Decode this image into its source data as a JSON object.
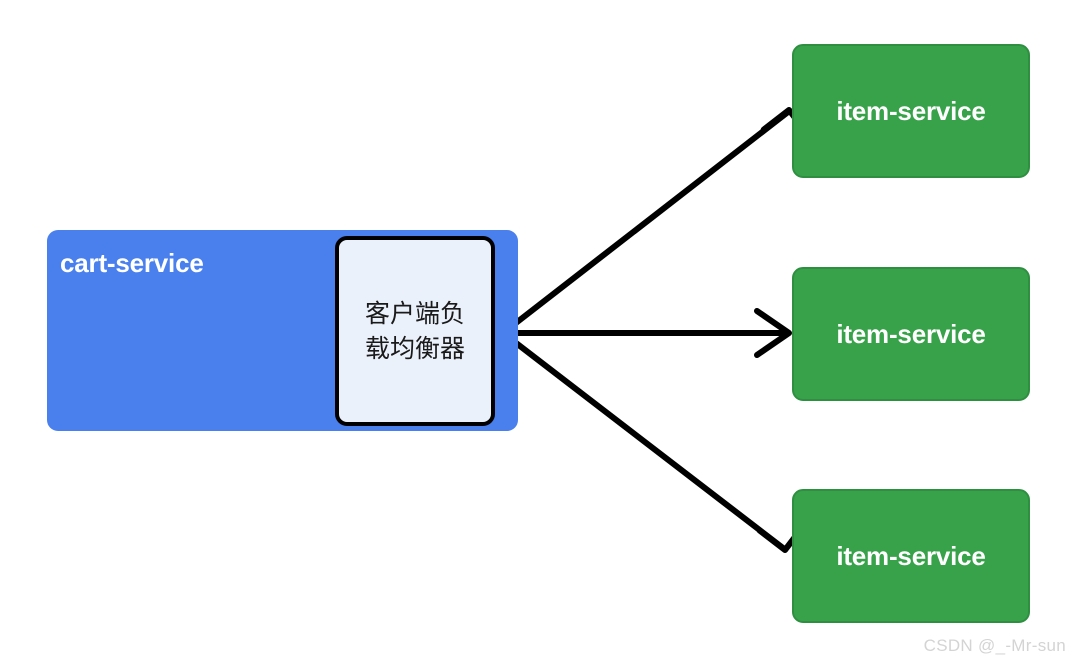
{
  "diagram": {
    "type": "architecture-diagram",
    "background_color": "#ffffff",
    "client": {
      "label": "cart-service",
      "fill_color": "#4a80ee",
      "text_color": "#ffffff",
      "inner_component": {
        "label": "客户端负载均衡器",
        "line1": "客户端负",
        "line2": "载均衡器",
        "fill_color": "#ebf1fb",
        "border_color": "#000000",
        "text_color": "#1a1a1a"
      }
    },
    "services": [
      {
        "label": "item-service",
        "fill_color": "#37a24a",
        "text_color": "#ffffff"
      },
      {
        "label": "item-service",
        "fill_color": "#37a24a",
        "text_color": "#ffffff"
      },
      {
        "label": "item-service",
        "fill_color": "#37a24a",
        "text_color": "#ffffff"
      }
    ],
    "connections": [
      {
        "from": "cart-service",
        "to": "item-service-1",
        "direction": "right-up"
      },
      {
        "from": "cart-service",
        "to": "item-service-2",
        "direction": "right"
      },
      {
        "from": "cart-service",
        "to": "item-service-3",
        "direction": "right-down"
      }
    ],
    "arrow_color": "#000000"
  },
  "watermark": {
    "text": "CSDN @_-Mr-sun",
    "color": "#d4d4d4"
  }
}
